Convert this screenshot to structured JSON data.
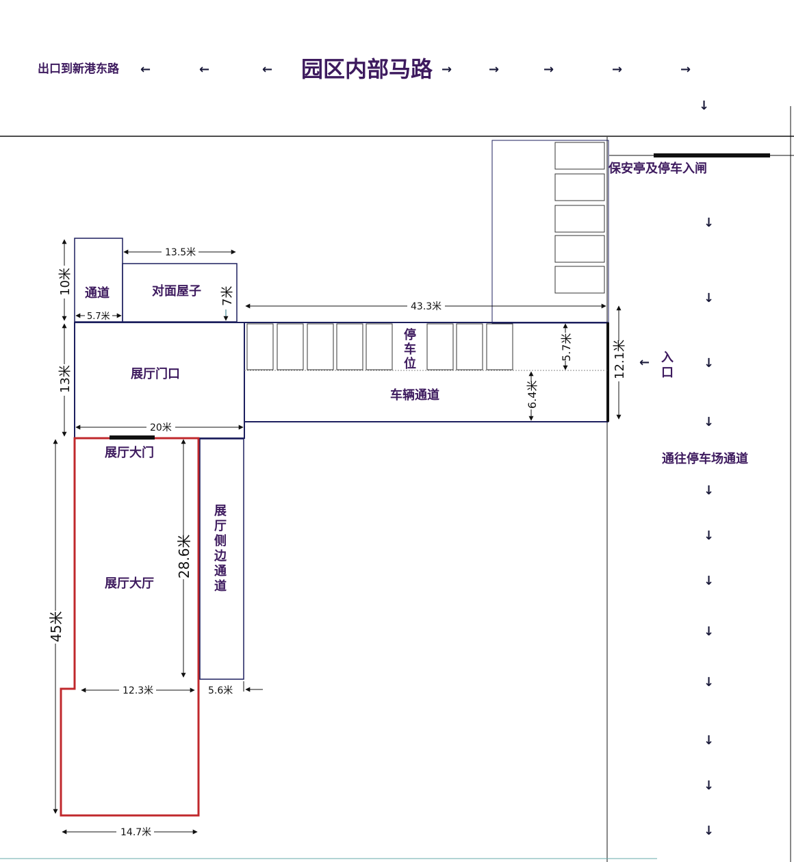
{
  "road": {
    "exit_label": "出口到新港东路",
    "title": "园区内部马路",
    "left_arrow": "←",
    "right_arrow": "→",
    "down_arrow": "↓"
  },
  "labels": {
    "security": "保安亭及停车入闸",
    "entrance_1": "入",
    "entrance_2": "口",
    "entrance_arrow": "←",
    "parking_road": "通往停车场通道",
    "channel": "通道",
    "opposite_house": "对面屋子",
    "hall_door_area": "展厅门口",
    "parking_1": "停",
    "parking_2": "车",
    "parking_3": "位",
    "vehicle_channel": "车辆通道",
    "hall_gate": "展厅大门",
    "hall_main": "展厅大厅",
    "side_1": "展",
    "side_2": "厅",
    "side_3": "侧",
    "side_4": "边",
    "side_5": "通",
    "side_6": "道"
  },
  "dims": {
    "d_13_5": "13.5米",
    "d_10": "10米",
    "d_7": "7米",
    "d_5_7a": "5.7米",
    "d_43_3": "43.3米",
    "d_5_7b": "5.7米",
    "d_12_1": "12.1米",
    "d_13": "13米",
    "d_6_4": "6.4米",
    "d_20": "20米",
    "d_28_6": "28.6米",
    "d_45": "45米",
    "d_12_3": "12.3米",
    "d_5_6": "5.6米",
    "d_14_7": "14.7米"
  },
  "colors": {
    "outline": "#1c1f5e",
    "hall": "#c0282c",
    "text": "#3d1a5e"
  }
}
